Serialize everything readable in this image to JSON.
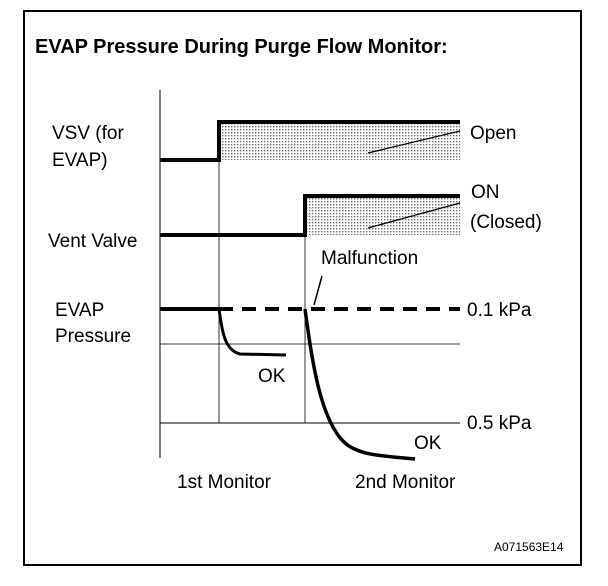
{
  "title": "EVAP Pressure During Purge Flow Monitor:",
  "signals": {
    "vsv": {
      "label_line1": "VSV (for",
      "label_line2": "EVAP)",
      "state_label": "Open"
    },
    "vent_valve": {
      "label": "Vent Valve",
      "state_label_line1": "ON",
      "state_label_line2": "(Closed)"
    },
    "evap_pressure": {
      "label_line1": "EVAP",
      "label_line2": "Pressure"
    }
  },
  "annotations": {
    "malfunction": "Malfunction",
    "ok_first": "OK",
    "ok_second": "OK",
    "pressure_top": "0.1 kPa",
    "pressure_bottom": "0.5 kPa"
  },
  "x_labels": {
    "first_monitor": "1st Monitor",
    "second_monitor": "2nd Monitor"
  },
  "figure_id": "A071563E14",
  "colors": {
    "line": "#000000",
    "hatch": "#9a9a9a",
    "background": "#ffffff"
  }
}
